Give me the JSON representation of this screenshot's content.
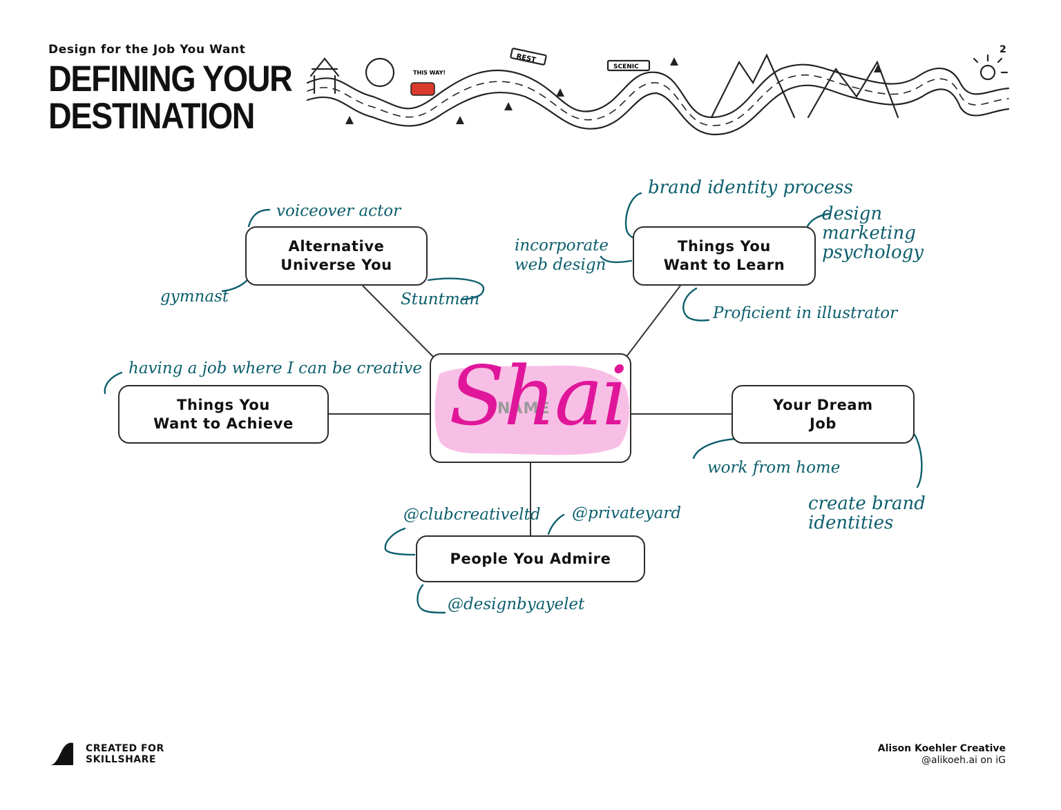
{
  "header": {
    "subtitle": "Design for the Job You Want",
    "title": "DEFINING YOUR\nDESTINATION",
    "page_number": "2",
    "road_signs": [
      "THIS WAY!",
      "REST",
      "SCENIC"
    ]
  },
  "diagram": {
    "center": {
      "placeholder": "NAME",
      "handwritten_name": "Shai"
    },
    "nodes": {
      "alternative": "Alternative\nUniverse You",
      "learn": "Things You\nWant to Learn",
      "achieve": "Things You\nWant to Achieve",
      "dream": "Your Dream\nJob",
      "admire": "People You Admire"
    },
    "notes": {
      "voiceover": "voiceover actor",
      "gymnast": "gymnast",
      "stuntman": "Stuntman",
      "brand_identity": "brand identity  process",
      "design_marketing": "design\nmarketing\n   psychology",
      "incorporate": "incorporate\nweb design",
      "proficient": "Proficient in illustrator",
      "creative_job": "having a job where I can be creative",
      "work_home": "work from home",
      "brand_identities": "create brand\n   identities",
      "clubcreative": "@clubcreativeltd",
      "privateyard": "@privateyard",
      "designbyayelet": "@designbyayelet"
    }
  },
  "footer": {
    "created_for": "CREATED FOR\nSKILLSHARE",
    "author": "Alison Koehler Creative",
    "handle": "@alikoeh.ai on iG"
  },
  "colors": {
    "ink": "#0c5e6c",
    "highlight": "#f7b8e3",
    "signature": "#e0169a",
    "outline": "#2b2b2b"
  }
}
